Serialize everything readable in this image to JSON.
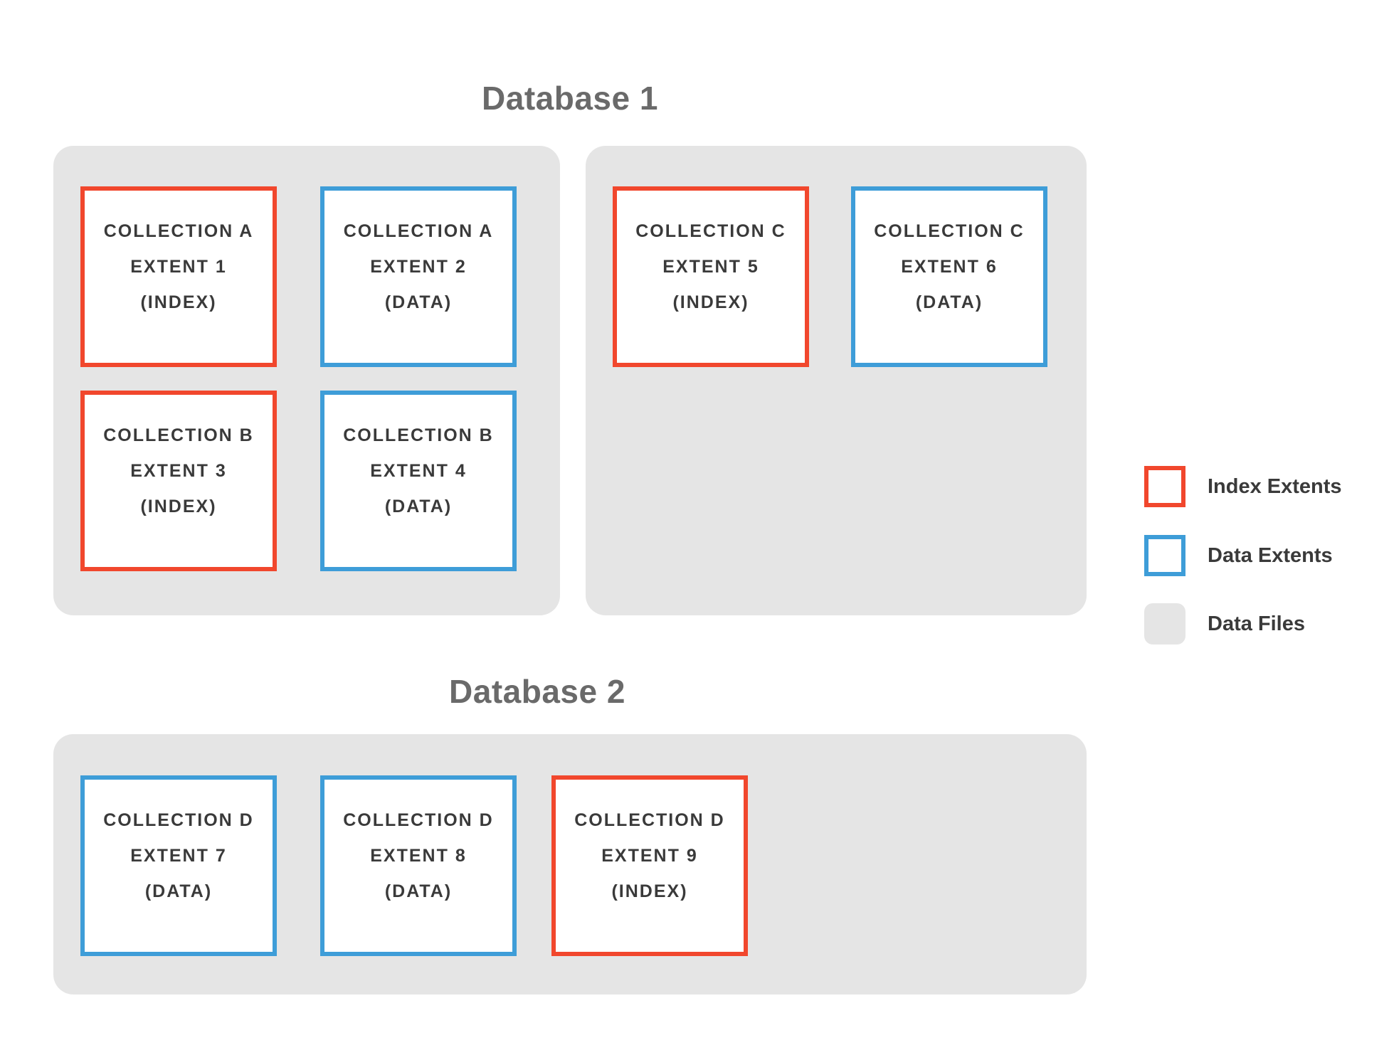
{
  "titles": {
    "db1": "Database 1",
    "db2": "Database 2"
  },
  "extents": {
    "e1": {
      "collection": "COLLECTION A",
      "extent": "EXTENT 1",
      "kind": "(INDEX)"
    },
    "e2": {
      "collection": "COLLECTION A",
      "extent": "EXTENT 2",
      "kind": "(DATA)"
    },
    "e3": {
      "collection": "COLLECTION B",
      "extent": "EXTENT 3",
      "kind": "(INDEX)"
    },
    "e4": {
      "collection": "COLLECTION B",
      "extent": "EXTENT 4",
      "kind": "(DATA)"
    },
    "e5": {
      "collection": "COLLECTION C",
      "extent": "EXTENT 5",
      "kind": "(INDEX)"
    },
    "e6": {
      "collection": "COLLECTION C",
      "extent": "EXTENT 6",
      "kind": "(DATA)"
    },
    "e7": {
      "collection": "COLLECTION D",
      "extent": "EXTENT 7",
      "kind": "(DATA)"
    },
    "e8": {
      "collection": "COLLECTION D",
      "extent": "EXTENT 8",
      "kind": "(DATA)"
    },
    "e9": {
      "collection": "COLLECTION D",
      "extent": "EXTENT 9",
      "kind": "(INDEX)"
    }
  },
  "legend": {
    "index_label": "Index Extents",
    "data_label": "Data Extents",
    "files_label": "Data Files"
  },
  "colors": {
    "index_extent_border": "#F1472D",
    "data_extent_border": "#3E9DD8",
    "data_file_fill": "#E5E5E5",
    "label_text": "#3A3A3A",
    "title_text": "#6A6A6A"
  }
}
